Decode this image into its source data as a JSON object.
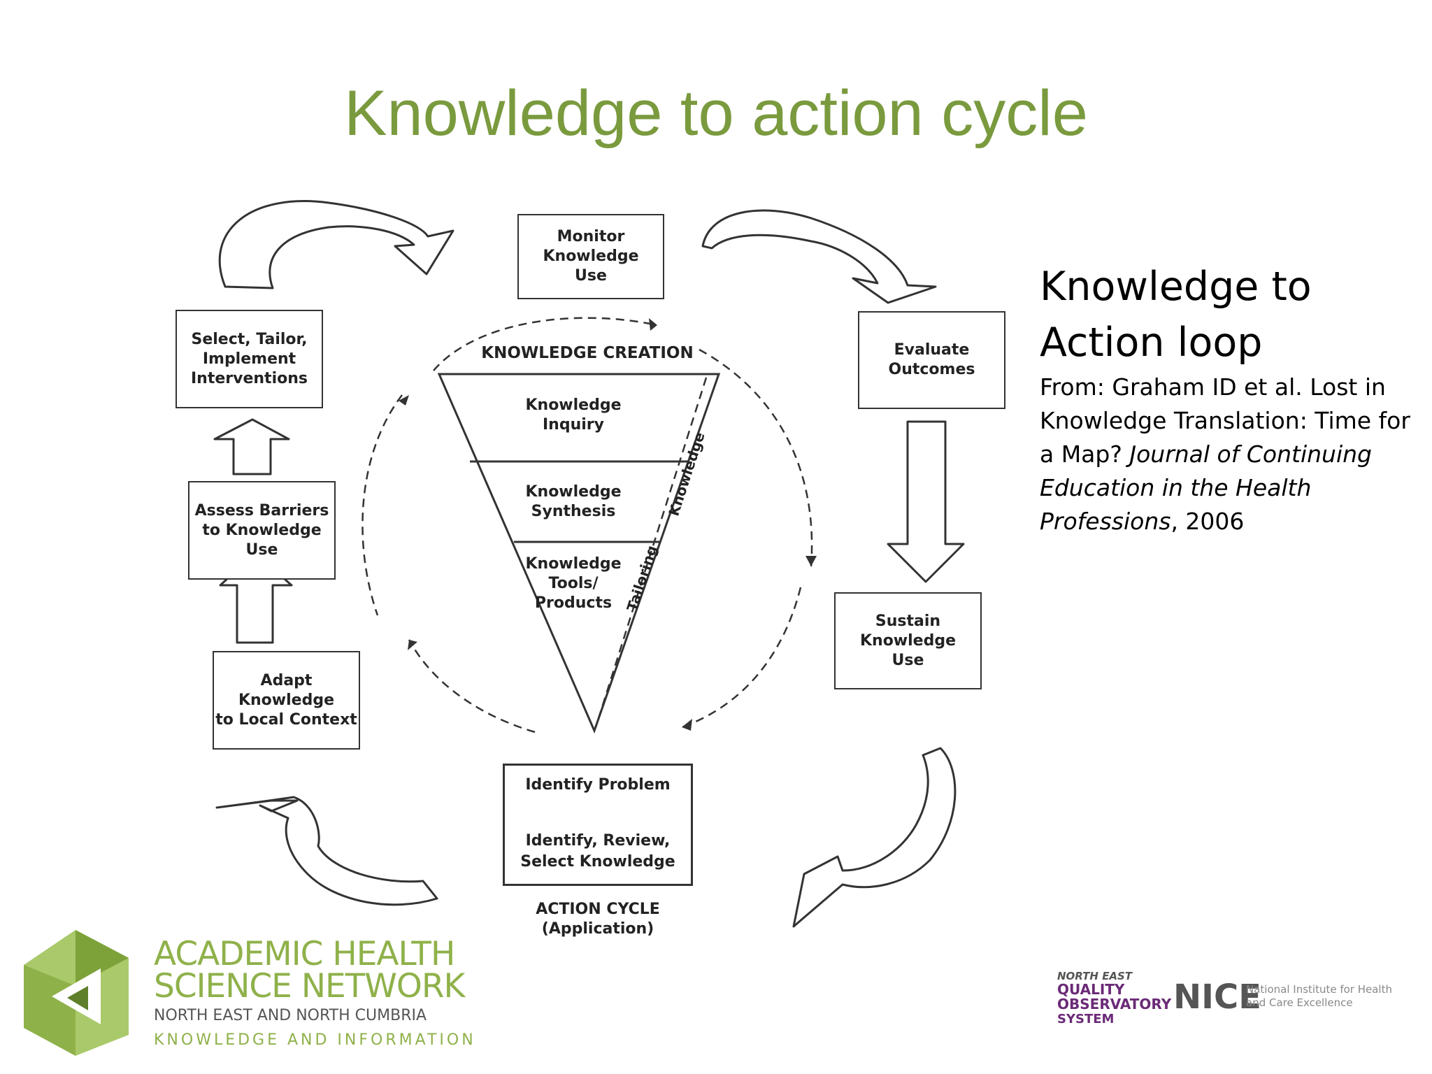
{
  "slide": {
    "title": "Knowledge to action cycle"
  },
  "diagram": {
    "boxes": {
      "monitor": "Monitor\nKnowledge\nUse",
      "evaluate": "Evaluate\nOutcomes",
      "sustain": "Sustain\nKnowledge\nUse",
      "identify_problem": "Identify  Problem",
      "identify_review": "Identify, Review,\nSelect Knowledge",
      "adapt": "Adapt\nKnowledge\nto Local Context",
      "assess": "Assess Barriers\nto Knowledge\nUse",
      "select": "Select, Tailor,\nImplement\nInterventions"
    },
    "funnel": {
      "header": "KNOWLEDGE CREATION",
      "inquiry": "Knowledge\nInquiry",
      "synthesis": "Knowledge\nSynthesis",
      "tools": "Knowledge\nTools/\nProducts",
      "tailoring_a": "Tailoring",
      "tailoring_b": "Knowledge"
    },
    "action_cycle": "ACTION CYCLE\n(Application)"
  },
  "side_text": {
    "heading": "Knowledge to Action loop",
    "citation_prefix": "From: Graham ID et al. Lost in Knowledge Translation: Time for a Map? ",
    "journal": "Journal of Continuing Education in the Health Professions",
    "year": ", 2006"
  },
  "logos": {
    "ahsn_line1": "ACADEMIC HEALTH",
    "ahsn_line2": "SCIENCE NETWORK",
    "ahsn_line3": "NORTH EAST AND NORTH CUMBRIA",
    "ahsn_line4": "KNOWLEDGE AND INFORMATION",
    "qos_line1": "NORTH EAST",
    "qos_line2": "QUALITY",
    "qos_line3": "OBSERVATORY",
    "qos_line4": "SYSTEM",
    "nice_name": "NICE",
    "nice_sub": "National Institute for Health and Care Excellence"
  },
  "colors": {
    "title": "#7a9a3e",
    "ahsn_green": "#8fb14a",
    "qos_purple": "#6b2a77"
  }
}
